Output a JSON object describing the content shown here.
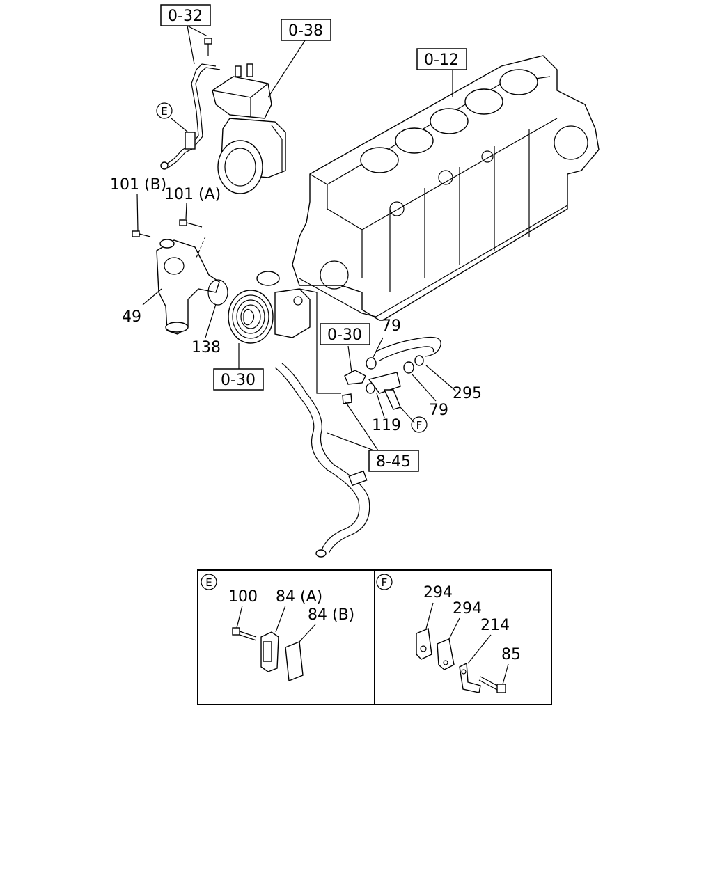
{
  "refs": {
    "r032": "0-32",
    "r038": "0-38",
    "r012": "0-12",
    "r030a": "0-30",
    "r030b": "0-30",
    "r845": "8-45"
  },
  "labels": {
    "p101b": "101 (B)",
    "p101a": "101 (A)",
    "p49": "49",
    "p138": "138",
    "p79a": "79",
    "p79b": "79",
    "p295": "295",
    "p119": "119"
  },
  "circles": {
    "e_main": "E",
    "f_main": "F",
    "e_inset": "E",
    "f_inset": "F"
  },
  "inset_e": {
    "p100": "100",
    "p84a": "84 (A)",
    "p84b": "84 (B)"
  },
  "inset_f": {
    "p294a": "294",
    "p294b": "294",
    "p214": "214",
    "p85": "85"
  }
}
